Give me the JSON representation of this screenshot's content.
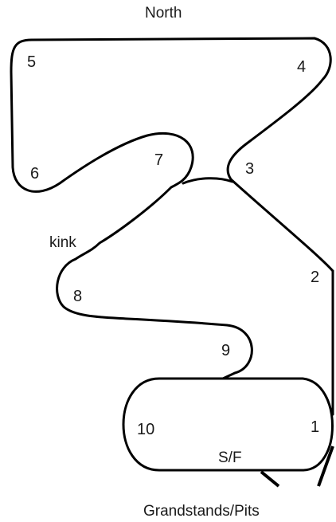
{
  "map": {
    "north_label": "North",
    "kink_label": "kink",
    "sf_label": "S/F",
    "grandstands_label": "Grandstands/Pits",
    "turns": [
      "1",
      "2",
      "3",
      "4",
      "5",
      "6",
      "7",
      "8",
      "9",
      "10"
    ]
  },
  "colors": {
    "track": "#000000",
    "background": "#ffffff",
    "text": "#1a1a1a"
  }
}
